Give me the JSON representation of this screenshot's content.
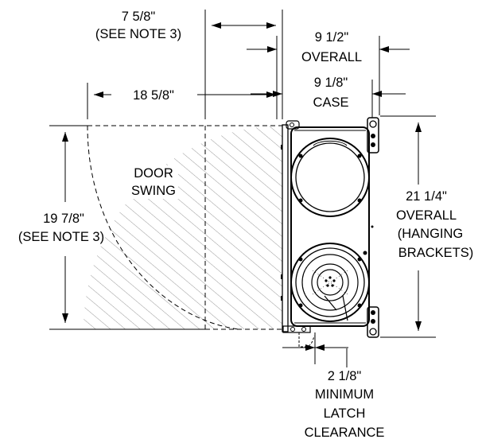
{
  "dimensions": {
    "top_width": {
      "value": "7 5/8\"",
      "note": "(SEE NOTE 3)"
    },
    "overall_width": {
      "value": "9 1/2\"",
      "label": "OVERALL"
    },
    "case_width": {
      "value": "9 1/8\"",
      "label": "CASE"
    },
    "door_swing_width": {
      "value": "18 5/8\""
    },
    "door_swing_height": {
      "value": "19 7/8\"",
      "note": "(SEE NOTE 3)"
    },
    "overall_height": {
      "value": "21 1/4\"",
      "line1": "OVERALL",
      "line2": "(HANGING",
      "line3": "BRACKETS)"
    },
    "latch_clearance": {
      "value": "2 1/8\"",
      "line1": "MINIMUM",
      "line2": "LATCH",
      "line3": "CLEARANCE"
    }
  },
  "door_swing": {
    "line1": "DOOR",
    "line2": "SWING"
  }
}
